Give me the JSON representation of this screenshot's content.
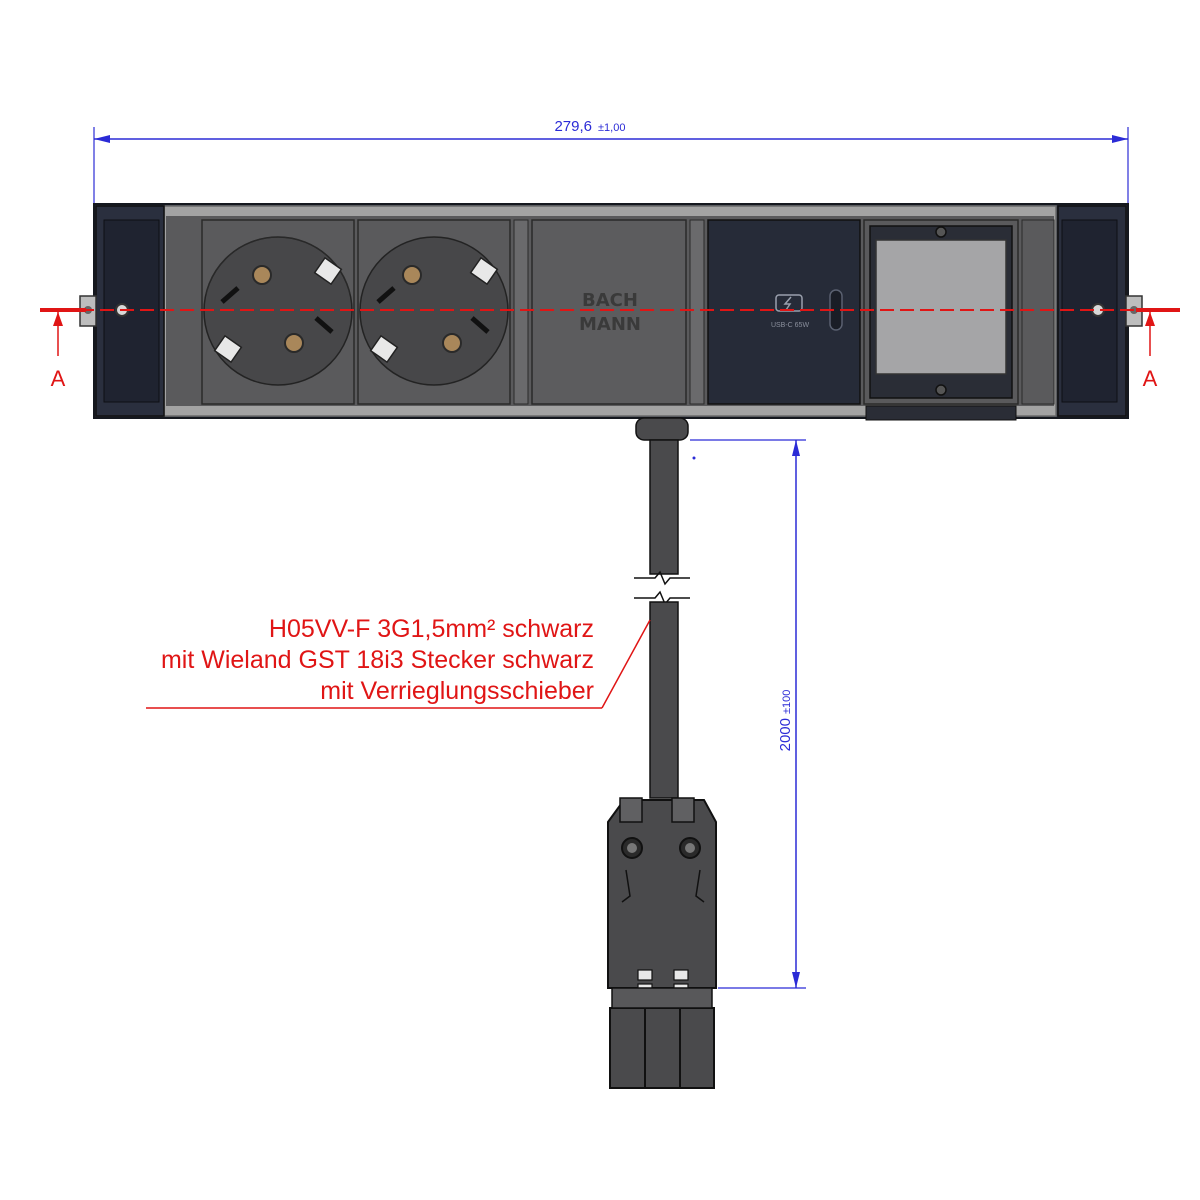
{
  "dimensions": {
    "width_value": "279,6",
    "width_tolerance": "±1,00",
    "cable_length_value": "2000",
    "cable_length_tolerance": "±100"
  },
  "section_marker": {
    "left": "A",
    "right": "A"
  },
  "brand": {
    "line1": "BACH",
    "line2": "MANN"
  },
  "usb_module": {
    "label": "USB-C 65W"
  },
  "cable_note": {
    "line1": "H05VV-F 3G1,5mm² schwarz",
    "line2": "mit Wieland GST 18i3 Stecker schwarz",
    "line3": "mit Verrieglungsschieber"
  },
  "colors": {
    "dimension": "#2b2bd6",
    "annotation": "#e01515",
    "housing": "#2a2f3e",
    "socket_body": "#4a4a4c",
    "frame": "#9a9a9a"
  }
}
